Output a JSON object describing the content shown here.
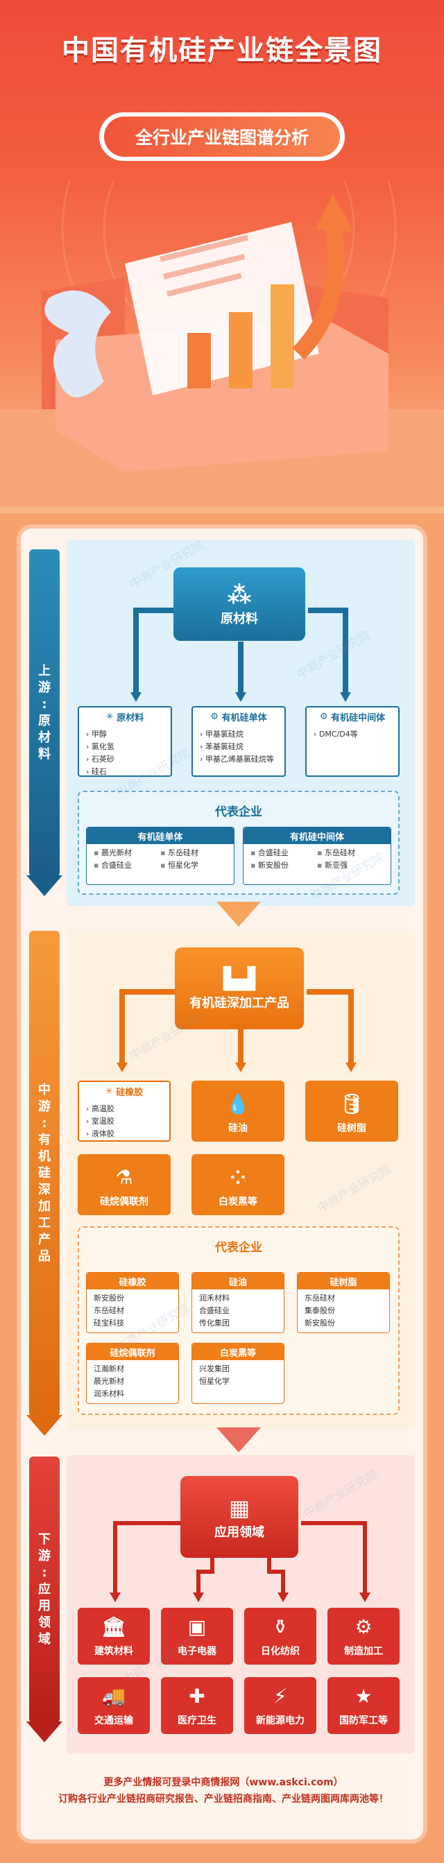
{
  "header": {
    "title": "中国有机硅产业链全景图",
    "subtitle": "全行业产业链图谱分析"
  },
  "watermark": "中商产业研究院",
  "upstream": {
    "side_label": [
      "上",
      "游",
      ":",
      "原",
      "材",
      "料"
    ],
    "hub": "原材料",
    "cards": [
      {
        "title": "原材料",
        "items": [
          "甲醇",
          "氯化氢",
          "石英砂",
          "硅石"
        ]
      },
      {
        "title": "有机硅单体",
        "items": [
          "甲基氯硅烷",
          "苯基氯硅烷",
          "甲基乙烯基氯硅烷等"
        ]
      },
      {
        "title": "有机硅中间体",
        "items": [
          "DMC/D4等"
        ]
      }
    ],
    "rep_title": "代表企业",
    "rep_groups": [
      {
        "title": "有机硅单体",
        "items": [
          "晨光新材",
          "东岳硅材",
          "合盛硅业",
          "恒星化学"
        ]
      },
      {
        "title": "有机硅中间体",
        "items": [
          "合盛硅业",
          "东岳硅材",
          "新安股份",
          "新亚强"
        ]
      }
    ]
  },
  "midstream": {
    "side_label": [
      "中",
      "游",
      ":",
      "有",
      "机",
      "硅",
      "深",
      "加",
      "工",
      "产",
      "品"
    ],
    "hub": "有机硅深加工产品",
    "card": {
      "title": "硅橡胶",
      "items": [
        "高温胶",
        "室温胶",
        "液体胶"
      ]
    },
    "tiles": [
      "硅油",
      "硅树脂",
      "硅烷偶联剂",
      "白炭黑等"
    ],
    "rep_title": "代表企业",
    "rep_groups": [
      {
        "title": "硅橡胶",
        "items": [
          "新安股份",
          "东岳硅材",
          "硅宝科技"
        ]
      },
      {
        "title": "硅油",
        "items": [
          "润禾材料",
          "合盛硅业",
          "传化集团"
        ]
      },
      {
        "title": "硅树脂",
        "items": [
          "东岳硅材",
          "集泰股份",
          "新安股份"
        ]
      },
      {
        "title": "硅烷偶联剂",
        "items": [
          "江瀚新材",
          "晨光新材",
          "润禾材料"
        ]
      },
      {
        "title": "白炭黑等",
        "items": [
          "兴发集团",
          "恒星化学"
        ]
      }
    ]
  },
  "downstream": {
    "side_label": [
      "下",
      "游",
      ":",
      "应",
      "用",
      "领",
      "域"
    ],
    "hub": "应用领域",
    "tiles": [
      "建筑材料",
      "电子电器",
      "日化纺织",
      "制造加工",
      "交通运输",
      "医疗卫生",
      "新能源电力",
      "国防军工等"
    ]
  },
  "footer": {
    "line1": "更多产业情报可登录中商情报网（www.askci.com）",
    "line2": "订购各行业产业链招商研究报告、产业链招商指南、产业链两图两库两池等！"
  },
  "colors": {
    "upstream": "#1b7aa8",
    "midstream": "#ef7d18",
    "downstream": "#d8322a",
    "accent": "#ee4b3a"
  }
}
